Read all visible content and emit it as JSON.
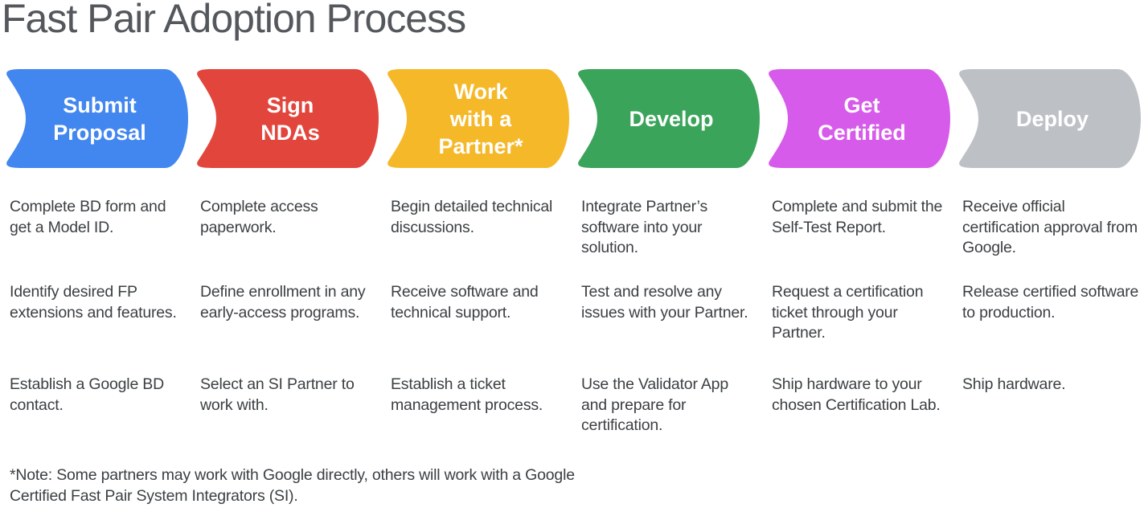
{
  "title": "Fast Pair Adoption Process",
  "footnote": "*Note: Some partners may work with Google directly, others will work with a Google Certified Fast Pair System Integrators (SI).",
  "stages": [
    {
      "label": "Submit\nProposal",
      "color": "#4286f0",
      "items": [
        "Complete BD form and get a Model ID.",
        "Identify desired FP extensions and features.",
        "Establish a Google BD contact."
      ]
    },
    {
      "label": "Sign\nNDAs",
      "color": "#e2453c",
      "items": [
        "Complete access paperwork.",
        "Define enrollment in any early-access programs.",
        "Select an SI Partner to work with."
      ]
    },
    {
      "label": "Work\nwith a\nPartner*",
      "color": "#f5b829",
      "items": [
        "Begin detailed technical discussions.",
        "Receive software and technical support.",
        "Establish a ticket management process."
      ]
    },
    {
      "label": "Develop",
      "color": "#3aa45a",
      "items": [
        "Integrate Partner’s software into your solution.",
        "Test and resolve any issues with your Partner.",
        "Use the Validator App and prepare for certification."
      ]
    },
    {
      "label": "Get\nCertified",
      "color": "#d75bea",
      "items": [
        "Complete and submit the Self-Test Report.",
        "Request a certification ticket through your Partner.",
        "Ship hardware to your chosen Certification Lab."
      ]
    },
    {
      "label": "Deploy",
      "color": "#bdc1c6",
      "items": [
        "Receive official certification approval from Google.",
        "Release certified software to production.",
        "Ship hardware."
      ]
    }
  ]
}
